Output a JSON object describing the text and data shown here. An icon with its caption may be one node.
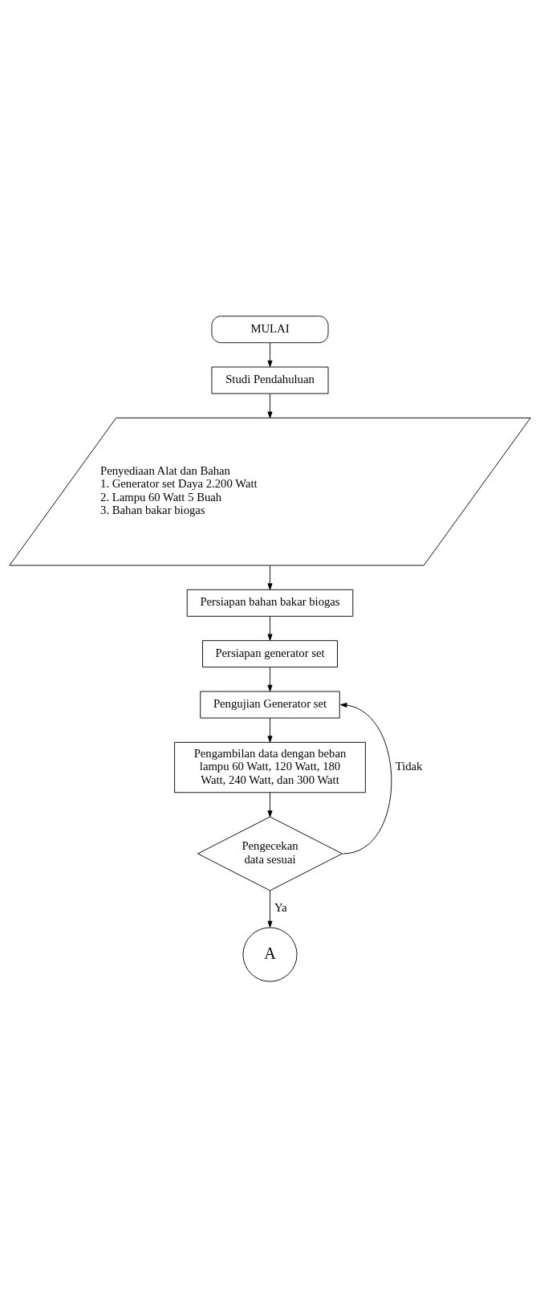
{
  "diagram": {
    "nodes": [
      {
        "text": [
          "MULAI"
        ]
      },
      {
        "text": [
          "Studi Pendahuluan"
        ]
      },
      {
        "text": [
          "Penyediaan Alat dan Bahan",
          "1. Generator set Daya 2.200 Watt",
          "2. Lampu 60 Watt 5 Buah",
          "3. Bahan bakar biogas"
        ]
      },
      {
        "text": [
          "Persiapan bahan bakar biogas"
        ]
      },
      {
        "text": [
          "Persiapan generator set"
        ]
      },
      {
        "text": [
          "Pengujian Generator set"
        ]
      },
      {
        "text": [
          "Pengambilan data dengan beban lampu 60 Watt, 120 Watt, 180 Watt, 240 Watt, dan 300 Watt"
        ]
      },
      {
        "text": [
          "Pengecekan data sesuai"
        ]
      },
      {
        "text": [
          "A"
        ]
      }
    ],
    "edges": [
      {
        "from": 0,
        "to": 1,
        "arrow": "to"
      },
      {
        "from": 1,
        "to": 2,
        "arrow": "to"
      },
      {
        "from": 2,
        "to": 3,
        "arrow": "to"
      },
      {
        "from": 3,
        "to": 4,
        "arrow": "to"
      },
      {
        "from": 4,
        "to": 5,
        "arrow": "to"
      },
      {
        "from": 5,
        "to": 6,
        "arrow": "to"
      },
      {
        "from": 6,
        "to": 7,
        "arrow": "to"
      },
      {
        "from": 7,
        "to": 8,
        "arrow": "to",
        "label": "Ya"
      },
      {
        "from": 7,
        "to": 5,
        "arrow": "to",
        "label": "Tidak"
      }
    ]
  }
}
